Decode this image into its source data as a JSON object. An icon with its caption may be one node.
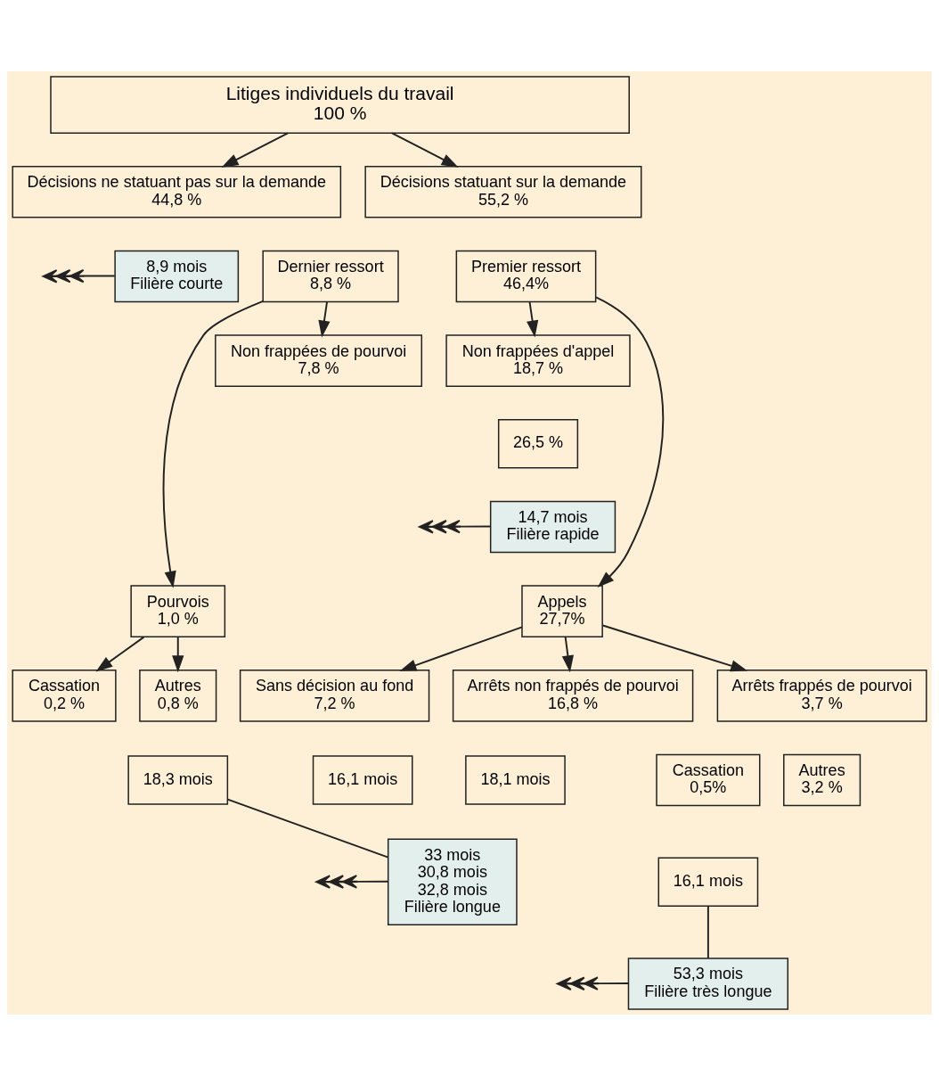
{
  "diagram": {
    "nodes": [
      {
        "text": [
          "Litiges individuels du travail",
          "100 %"
        ]
      },
      {
        "text": [
          "Décisions ne statuant pas sur la demande",
          "44,8 %"
        ]
      },
      {
        "text": [
          "8,9 mois",
          "Filière courte"
        ]
      },
      {
        "text": [
          "Décisions statuant sur la demande",
          "55,2 %"
        ]
      },
      {
        "text": [
          "Dernier ressort",
          "8,8 %"
        ]
      },
      {
        "text": [
          "Premier ressort",
          "46,4%"
        ]
      },
      {
        "text": [
          "Non frappées de pourvoi",
          "7,8 %"
        ]
      },
      {
        "text": [
          "Non frappées d'appel",
          "18,7 %"
        ]
      },
      {
        "text": [
          "26,5 %"
        ]
      },
      {
        "text": [
          "14,7 mois",
          "Filière rapide"
        ]
      },
      {
        "text": [
          "Pourvois",
          "1,0 %"
        ]
      },
      {
        "text": [
          "Appels",
          "27,7%"
        ]
      },
      {
        "text": [
          "Cassation",
          "0,2 %"
        ]
      },
      {
        "text": [
          "Autres",
          "0,8 %"
        ]
      },
      {
        "text": [
          "18,3 mois"
        ]
      },
      {
        "text": [
          "Sans décision au fond",
          "7,2 %"
        ]
      },
      {
        "text": [
          "16,1 mois"
        ]
      },
      {
        "text": [
          "Arrêts non frappés de pourvoi",
          "16,8 %"
        ]
      },
      {
        "text": [
          "18,1 mois"
        ]
      },
      {
        "text": [
          "Arrêts frappés de pourvoi",
          "3,7 %"
        ]
      },
      {
        "text": [
          "Cassation",
          "0,5%"
        ]
      },
      {
        "text": [
          "Autres",
          "3,2 %"
        ]
      },
      {
        "text": [
          "16,1 mois"
        ]
      },
      {
        "text": [
          "33 mois",
          "30,8 mois",
          "32,8 mois",
          "Filière longue"
        ]
      },
      {
        "text": [
          "53,3 mois",
          "Filière très longue"
        ]
      }
    ],
    "edges": [
      {
        "from": 0,
        "to": 1,
        "arrow": "to"
      },
      {
        "from": 0,
        "to": 3,
        "arrow": "to"
      },
      {
        "from": 2,
        "to": null,
        "arrow": "to"
      },
      {
        "from": 4,
        "to": 6,
        "arrow": "to"
      },
      {
        "from": 5,
        "to": 7,
        "arrow": "to"
      },
      {
        "from": 4,
        "to": 10,
        "arrow": "to"
      },
      {
        "from": 5,
        "to": 11,
        "arrow": "to"
      },
      {
        "from": 9,
        "to": null,
        "arrow": "to"
      },
      {
        "from": 10,
        "to": 12,
        "arrow": "to"
      },
      {
        "from": 10,
        "to": 13,
        "arrow": "to"
      },
      {
        "from": 11,
        "to": 15,
        "arrow": "to"
      },
      {
        "from": 11,
        "to": 17,
        "arrow": "to"
      },
      {
        "from": 11,
        "to": 19,
        "arrow": "to"
      },
      {
        "from": 14,
        "to": 23,
        "arrow": "none"
      },
      {
        "from": 22,
        "to": 24,
        "arrow": "none"
      },
      {
        "from": 23,
        "to": null,
        "arrow": "to"
      },
      {
        "from": 24,
        "to": null,
        "arrow": "to"
      }
    ]
  }
}
